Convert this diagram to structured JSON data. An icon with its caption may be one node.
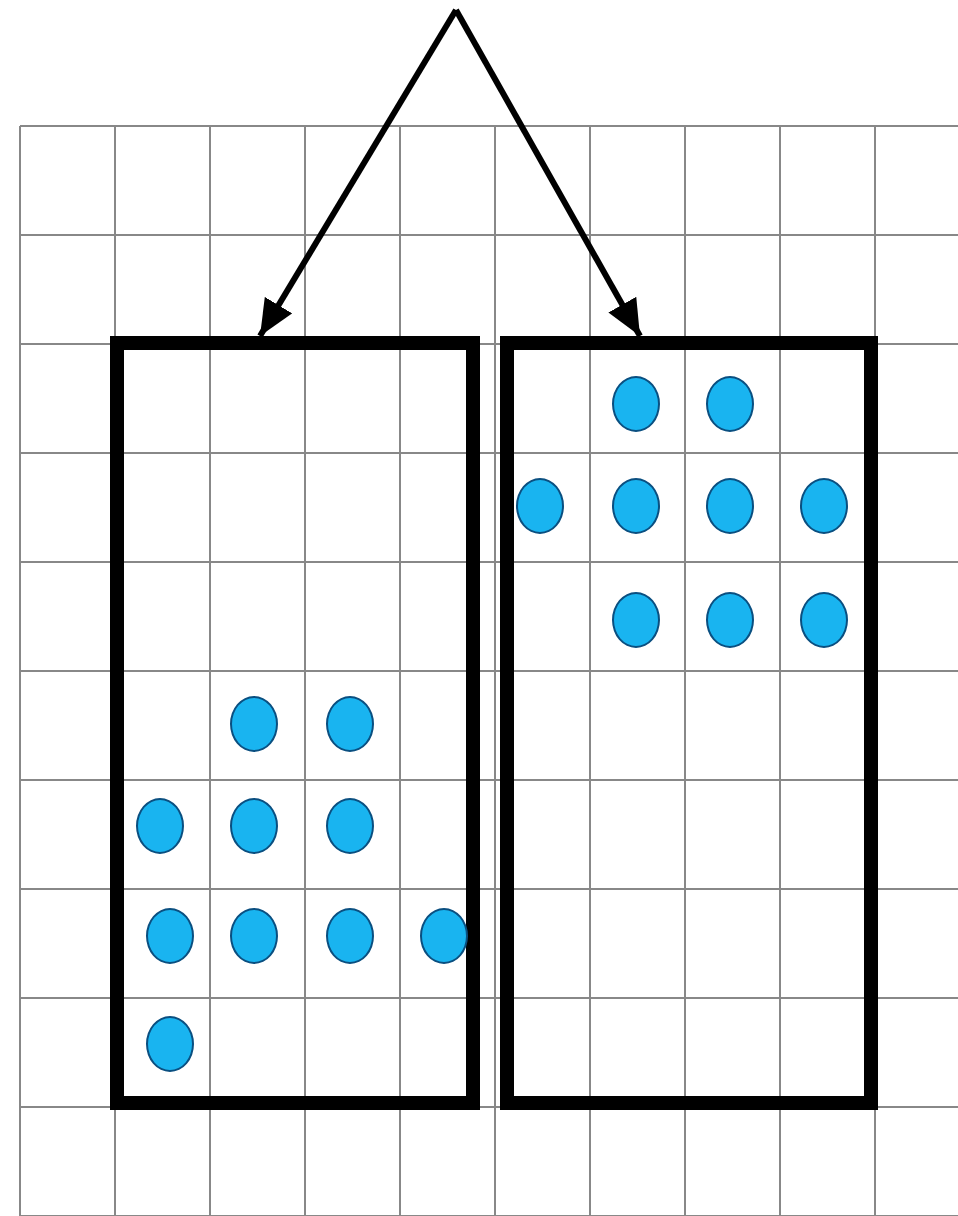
{
  "diagram": {
    "nodes": [
      {
        "text": [],
        "shape": "box"
      },
      {
        "text": [],
        "shape": "circle",
        "in": 0
      },
      {
        "text": [],
        "shape": "circle",
        "in": 0
      },
      {
        "text": [],
        "shape": "circle",
        "in": 0
      },
      {
        "text": [],
        "shape": "circle",
        "in": 0
      },
      {
        "text": [],
        "shape": "circle",
        "in": 0
      },
      {
        "text": [],
        "shape": "circle",
        "in": 0
      },
      {
        "text": [],
        "shape": "circle",
        "in": 0
      },
      {
        "text": [],
        "shape": "circle",
        "in": 0
      },
      {
        "text": [],
        "shape": "circle",
        "in": 0
      },
      {
        "text": [],
        "shape": "circle",
        "in": 0
      },
      {
        "text": [],
        "shape": "box"
      },
      {
        "text": [],
        "shape": "circle",
        "in": 11
      },
      {
        "text": [],
        "shape": "circle",
        "in": 11
      },
      {
        "text": [],
        "shape": "circle",
        "in": 11
      },
      {
        "text": [],
        "shape": "circle",
        "in": 11
      },
      {
        "text": [],
        "shape": "circle",
        "in": 11
      },
      {
        "text": [],
        "shape": "circle",
        "in": 11
      },
      {
        "text": [],
        "shape": "circle",
        "in": 11
      },
      {
        "text": [],
        "shape": "circle",
        "in": 11
      },
      {
        "text": [],
        "shape": "circle",
        "in": 11
      }
    ],
    "edges": [
      {
        "from": null,
        "to": 0,
        "arrow": "to"
      },
      {
        "from": null,
        "to": 11,
        "arrow": "to"
      }
    ]
  }
}
